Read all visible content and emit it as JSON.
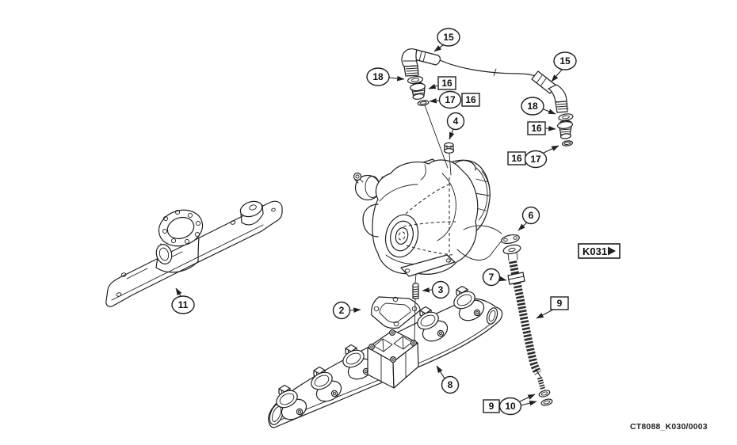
{
  "figure": {
    "caption": "CT8088_K030/0003",
    "nav_tag": "K031"
  },
  "callouts": {
    "c15_left": "15",
    "c15_right": "15",
    "c18_left": "18",
    "c16_top_left": "16",
    "c17_left": "17",
    "c16_left_pair": "16",
    "c4": "4",
    "c18_right": "18",
    "c16_right": "16",
    "c16_bottom_right": "16",
    "c17_right": "17",
    "c6": "6",
    "c7": "7",
    "c9_tube": "9",
    "c9_bottom": "9",
    "c10": "10",
    "c11": "11",
    "c2": "2",
    "c3": "3",
    "c8": "8"
  },
  "colors": {
    "ink": "#1f1f1f",
    "paper": "#ffffff"
  }
}
